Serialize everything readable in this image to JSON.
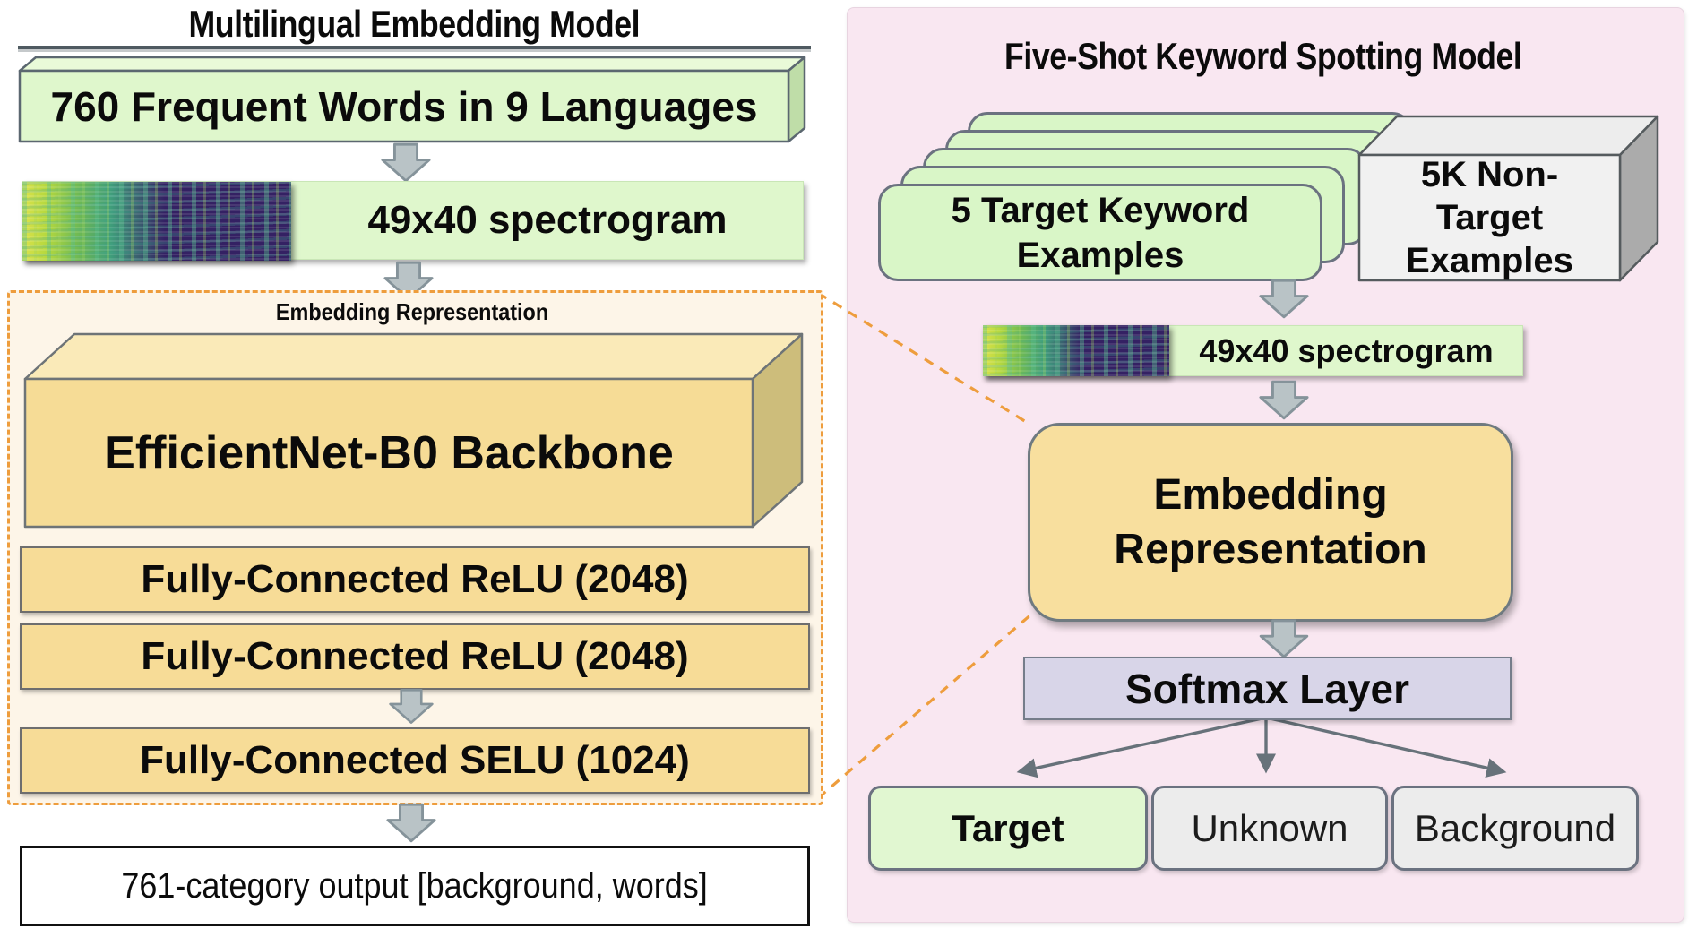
{
  "left": {
    "title": "Multilingual Embedding Model",
    "input": "760 Frequent Words in 9 Languages",
    "spectrogram": "49x40 spectrogram",
    "embedding": {
      "label": "Embedding Representation",
      "backbone": "EfficientNet-B0 Backbone",
      "fc1": "Fully-Connected ReLU (2048)",
      "fc2": "Fully-Connected ReLU (2048)",
      "fc3": "Fully-Connected SELU (1024)"
    },
    "output": "761-category output [background, words]"
  },
  "right": {
    "title": "Five-Shot Keyword Spotting Model",
    "targets": "5 Target Keyword Examples",
    "nontargets": "5K Non-Target Examples",
    "spectrogram": "49x40 spectrogram",
    "embedding": "Embedding Representation",
    "softmax": "Softmax Layer",
    "outputs": [
      "Target",
      "Unknown",
      "Background"
    ]
  },
  "colors": {
    "green": "#dcf6c8",
    "green_light": "#e1f7d1",
    "yellow": "#f7dc97",
    "cream": "#fdf5e8",
    "pink": "#f9e7f1",
    "lavender": "#d8d5e8",
    "orange_dash": "#ee9d3d",
    "gray_box_fill": "#ececec",
    "arrow_fill": "#b9c3c6",
    "line_gray": "#67727a"
  }
}
